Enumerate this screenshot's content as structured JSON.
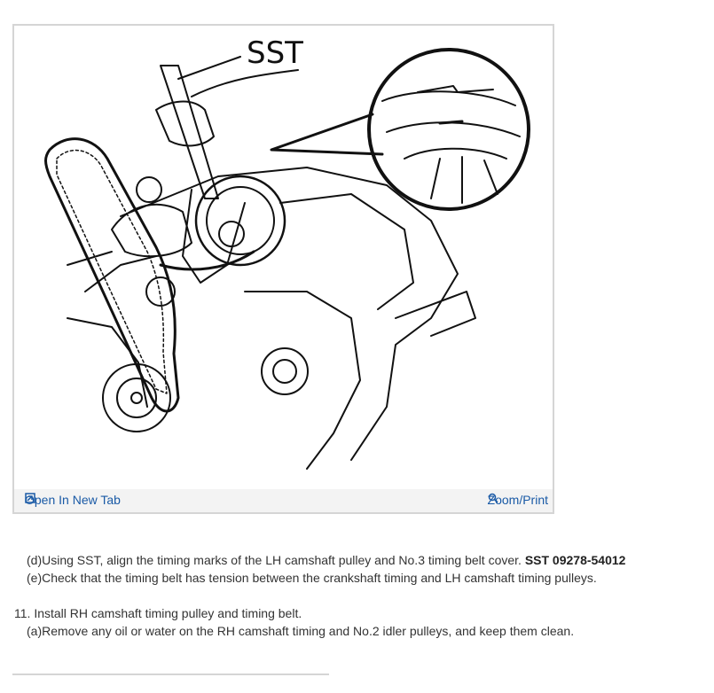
{
  "figure": {
    "callout_label": "SST",
    "open_link": "Open In New Tab",
    "zoom_link": "Zoom/Print",
    "icons": {
      "open": "open-in-new-tab-icon",
      "zoom": "magnifier-icon"
    },
    "accent_color": "#1a5aa6"
  },
  "steps": {
    "d_text": "(d)Using SST, align the timing marks of the LH camshaft pulley and No.3 timing belt cover. ",
    "d_sst": "SST 09278-54012",
    "e_text": "(e)Check that the timing belt has tension between the crankshaft timing and LH camshaft timing pulleys.",
    "step11": "11. Install RH camshaft timing pulley and timing belt.",
    "a_text": "(a)Remove any oil or water on the RH camshaft timing and No.2 idler pulleys, and keep them clean."
  }
}
